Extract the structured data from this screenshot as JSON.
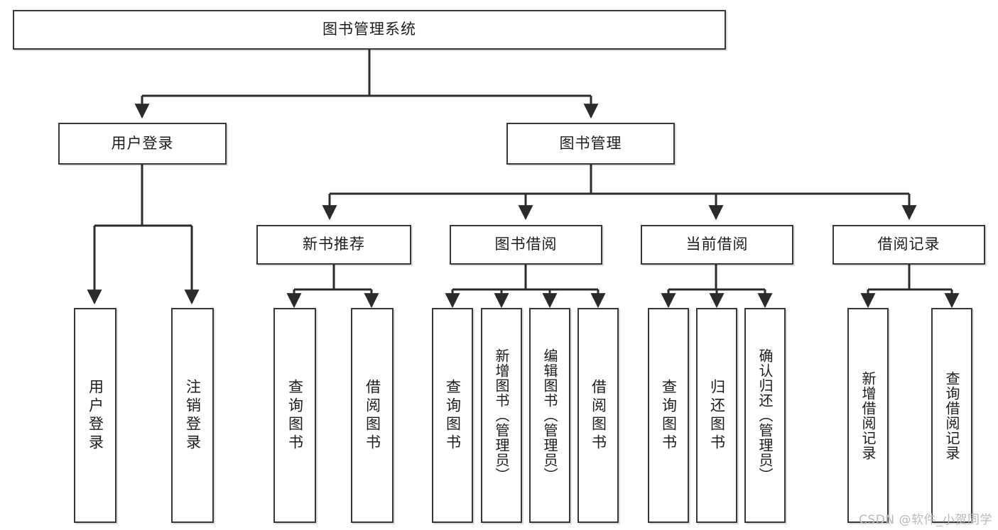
{
  "diagram": {
    "title": "图书管理系统",
    "watermark": "CSDN @软件_小贺同学",
    "colors": {
      "background": "#ffffff",
      "box_border": "#35373a",
      "box_fill": "#ffffff",
      "connector": "#2b2b2b",
      "text": "#1c1c1c",
      "watermark": "#b9b9b9"
    },
    "nodes": {
      "root": "图书管理系统",
      "user_login": "用户登录",
      "book_manage": "图书管理",
      "new_book_rec": "新书推荐",
      "book_borrow": "图书借阅",
      "current_borrow": "当前借阅",
      "borrow_record": "借阅记录",
      "leaf_user_login": "用户登录",
      "leaf_user_logout": "注销登录",
      "leaf_query_book_1": "查询图书",
      "leaf_borrow_book_1": "借阅图书",
      "leaf_query_book_2": "查询图书",
      "leaf_add_book_admin": "新增图书（管理员）",
      "leaf_edit_book_admin": "编辑图书（管理员）",
      "leaf_borrow_book_2": "借阅图书",
      "leaf_query_book_3": "查询图书",
      "leaf_return_book": "归还图书",
      "leaf_confirm_return_admin": "确认归还（管理员）",
      "leaf_add_record": "新增借阅记录",
      "leaf_query_record": "查询借阅记录"
    }
  }
}
